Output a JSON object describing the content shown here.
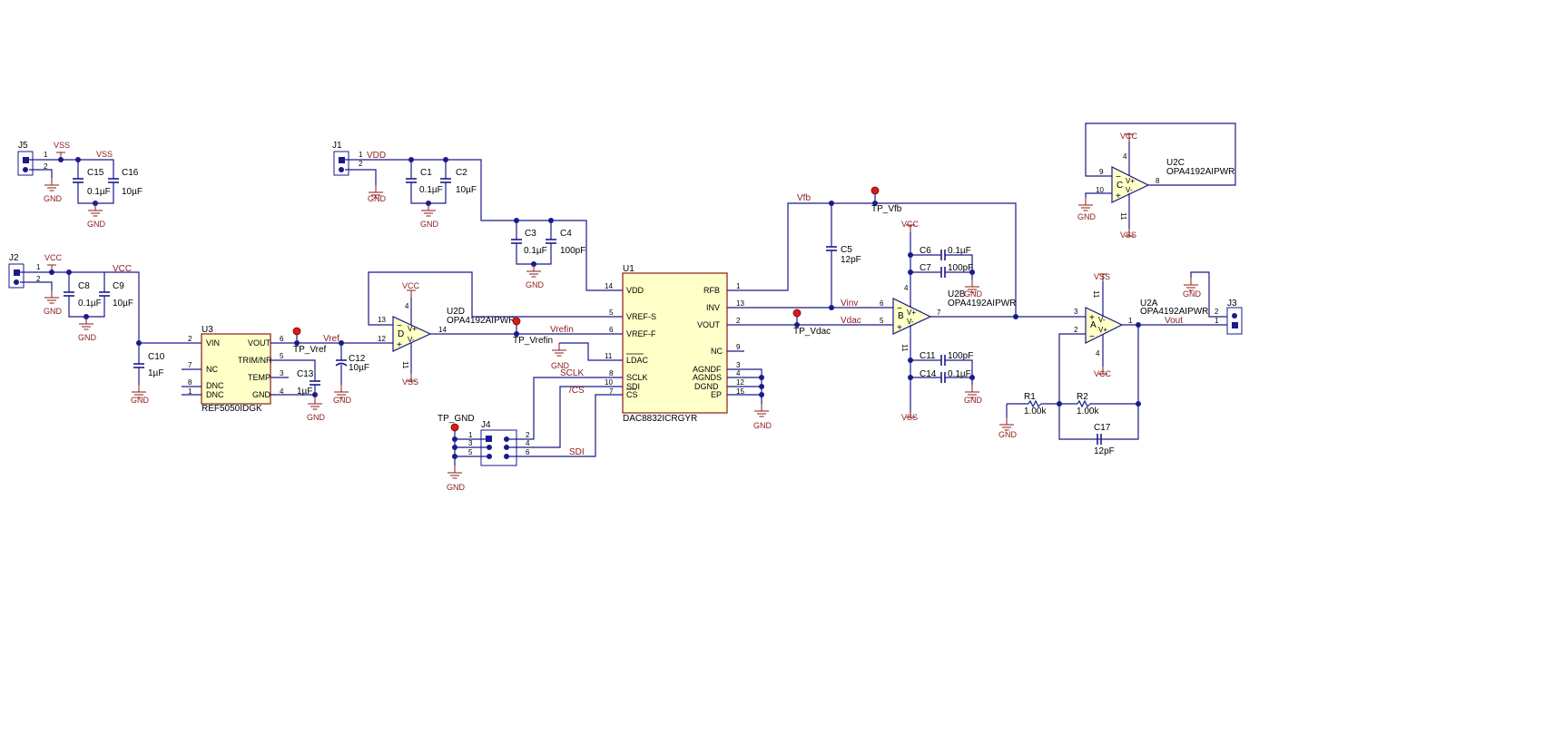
{
  "nets": {
    "vdd": "VDD",
    "vcc": "VCC",
    "vss": "VSS",
    "gnd": "GND",
    "vref": "Vref",
    "vrefin": "Vrefin",
    "vfb": "Vfb",
    "vinv": "Vinv",
    "vdac": "Vdac",
    "vout": "Vout",
    "sclk": "SCLK",
    "cs": "/CS",
    "sdi": "SDI"
  },
  "testpoints": {
    "tp_vref": "TP_Vref",
    "tp_vrefin": "TP_Vrefin",
    "tp_vfb": "TP_Vfb",
    "tp_vdac": "TP_Vdac",
    "tp_gnd": "TP_GND"
  },
  "connectors": {
    "j1": "J1",
    "j2": "J2",
    "j3": "J3",
    "j4": "J4",
    "j5": "J5"
  },
  "capacitors": {
    "c1": {
      "ref": "C1",
      "value": "0.1µF"
    },
    "c2": {
      "ref": "C2",
      "value": "10µF"
    },
    "c3": {
      "ref": "C3",
      "value": "0.1µF"
    },
    "c4": {
      "ref": "C4",
      "value": "100pF"
    },
    "c5": {
      "ref": "C5",
      "value": "12pF"
    },
    "c6": {
      "ref": "C6",
      "value": "0.1µF"
    },
    "c7": {
      "ref": "C7",
      "value": "100pF"
    },
    "c8": {
      "ref": "C8",
      "value": "0.1µF"
    },
    "c9": {
      "ref": "C9",
      "value": "10µF"
    },
    "c10": {
      "ref": "C10",
      "value": "1µF"
    },
    "c11": {
      "ref": "C11",
      "value": "100pF"
    },
    "c12": {
      "ref": "C12",
      "value": "10µF"
    },
    "c13": {
      "ref": "C13",
      "value": "1µF"
    },
    "c14": {
      "ref": "C14",
      "value": "0.1µF"
    },
    "c15": {
      "ref": "C15",
      "value": "0.1µF"
    },
    "c16": {
      "ref": "C16",
      "value": "10µF"
    },
    "c17": {
      "ref": "C17",
      "value": "12pF"
    }
  },
  "resistors": {
    "r1": {
      "ref": "R1",
      "value": "1.00k"
    },
    "r2": {
      "ref": "R2",
      "value": "1.00k"
    }
  },
  "u1": {
    "ref": "U1",
    "part": "DAC8832ICRGYR",
    "left_pins": [
      {
        "name": "VDD",
        "num": "14"
      },
      {
        "name": "VREF-S",
        "num": "5"
      },
      {
        "name": "VREF-F",
        "num": "6"
      },
      {
        "name": "LDAC",
        "num": "11"
      },
      {
        "name": "SCLK",
        "num": "8"
      },
      {
        "name": "SDI",
        "num": "10"
      },
      {
        "name": "CS",
        "num": "7"
      }
    ],
    "right_pins": [
      {
        "name": "RFB",
        "num": "1"
      },
      {
        "name": "INV",
        "num": "13"
      },
      {
        "name": "VOUT",
        "num": "2"
      },
      {
        "name": "NC",
        "num": "9"
      },
      {
        "name": "AGNDF",
        "num": "3"
      },
      {
        "name": "AGNDS",
        "num": "4"
      },
      {
        "name": "DGND",
        "num": "12"
      },
      {
        "name": "EP",
        "num": "15"
      }
    ]
  },
  "u3": {
    "ref": "U3",
    "part": "REF5050IDGK",
    "pins": {
      "vin": "VIN",
      "vout": "VOUT",
      "trim": "TRIM/NR",
      "nc": "NC",
      "temp": "TEMP",
      "dnc1": "DNC",
      "dnc2": "DNC",
      "gnd": "GND"
    },
    "nums": {
      "vin": "2",
      "vout": "6",
      "trim": "5",
      "nc": "7",
      "temp": "3",
      "dnc1": "8",
      "dnc2": "1",
      "gnd": "4"
    }
  },
  "opamps": {
    "u2a": {
      "ref": "U2A",
      "part": "OPA4192AIPWR",
      "letter": "A"
    },
    "u2b": {
      "ref": "U2B",
      "part": "OPA4192AIPWR",
      "letter": "B"
    },
    "u2c": {
      "ref": "U2C",
      "part": "OPA4192AIPWR",
      "letter": "C"
    },
    "u2d": {
      "ref": "U2D",
      "part": "OPA4192AIPWR",
      "letter": "D"
    }
  },
  "amp_pins": {
    "vp": "V+",
    "vn": "V-",
    "plus": "+",
    "minus": "−",
    "a_in_p": "3",
    "a_in_n": "2",
    "a_out": "1",
    "b_in_n": "6",
    "b_in_p": "5",
    "b_out": "7",
    "c_in_n": "9",
    "c_in_p": "10",
    "c_out": "8",
    "d_in_n": "13",
    "d_in_p": "12",
    "d_out": "14",
    "vcc_pin": "4",
    "vss_pin": "11"
  },
  "conn_pins": {
    "j5": [
      "1",
      "2"
    ],
    "j1": [
      "1",
      "2"
    ],
    "j2": [
      "1",
      "2"
    ],
    "j3": [
      "2",
      "1"
    ],
    "j4_left": [
      "1",
      "3",
      "5"
    ],
    "j4_right": [
      "2",
      "4",
      "6"
    ]
  },
  "colors": {
    "wire": "#1a1a8c",
    "label": "#8b1a1a",
    "body_fill": "#ffffc8",
    "body_border": "#8b1a1a",
    "testpoint": "#d81b1b"
  }
}
